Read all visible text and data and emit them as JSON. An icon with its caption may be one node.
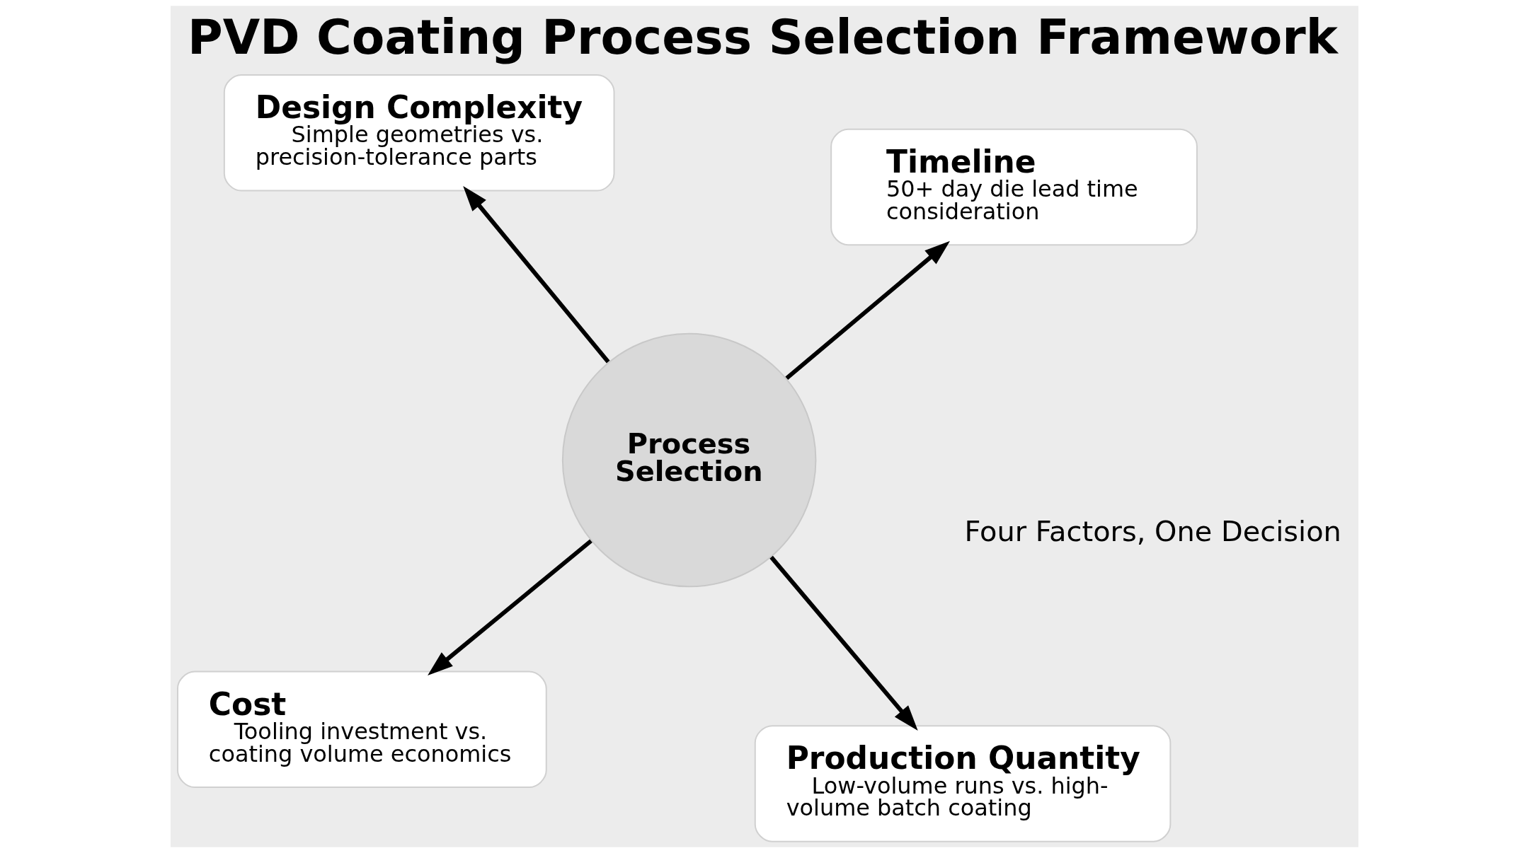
{
  "diagram": {
    "title": "PVD Coating Process Selection Framework",
    "nodes": [
      {
        "text": [
          "Cost",
          "Tooling investment vs. coating volume economics"
        ]
      },
      {
        "text": [
          "Production Quantity",
          "Low-volume runs vs. high-volume batch coating"
        ]
      },
      {
        "text": [
          "Process Selection"
        ]
      },
      {
        "text": [
          "Design Complexity",
          "Simple geometries vs. precision-tolerance parts"
        ]
      },
      {
        "text": [
          "Timeline",
          "50+ day die lead time consideration"
        ]
      }
    ],
    "edges": [
      {
        "from": 2,
        "to": 0,
        "arrow": "to"
      },
      {
        "from": 2,
        "to": 1,
        "arrow": "to"
      },
      {
        "from": 2,
        "to": 3,
        "arrow": "to"
      },
      {
        "from": 2,
        "to": 4,
        "arrow": "to"
      }
    ],
    "labels": [
      "Four Factors, One Decision"
    ]
  }
}
